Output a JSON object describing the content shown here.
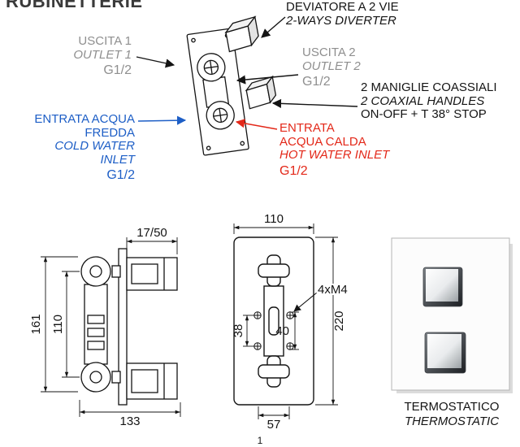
{
  "title": "RUBINETTERIE",
  "callouts": {
    "diverter": {
      "it": "DEVIATORE A 2 VIE",
      "en": "2-WAYS DIVERTER"
    },
    "outlet1": {
      "it": "USCITA 1",
      "en": "OUTLET 1",
      "size": "G1/2"
    },
    "outlet2": {
      "it": "USCITA 2",
      "en": "OUTLET 2",
      "size": "G1/2"
    },
    "handles": {
      "it": "2 MANIGLIE COASSIALI",
      "en": "2 COAXIAL HANDLES",
      "note": "ON-OFF + T 38° STOP"
    },
    "cold": {
      "it1": "ENTRATA ACQUA",
      "it2": "FREDDA",
      "en1": "COLD WATER",
      "en2": "INLET",
      "size": "G1/2"
    },
    "hot": {
      "it1": "ENTRATA",
      "it2": "ACQUA CALDA",
      "en1": "HOT WATER INLET",
      "size": "G1/2"
    }
  },
  "side_view": {
    "depth": "17/50",
    "overall_height": "161",
    "center_distance": "110",
    "overall_depth": "133"
  },
  "front_view": {
    "width": "110",
    "height": "220",
    "screws": "4xM4",
    "screw_v": "38",
    "screw_h": "40",
    "bottom_width": "57"
  },
  "product": {
    "it": "TERMOSTATICO",
    "en": "THERMOSTATIC"
  },
  "page": "1",
  "colors": {
    "cold_blue": "#1d5ec6",
    "hot_red": "#e32819",
    "label_gray": "#8f8f8f",
    "ink": "#141414"
  }
}
